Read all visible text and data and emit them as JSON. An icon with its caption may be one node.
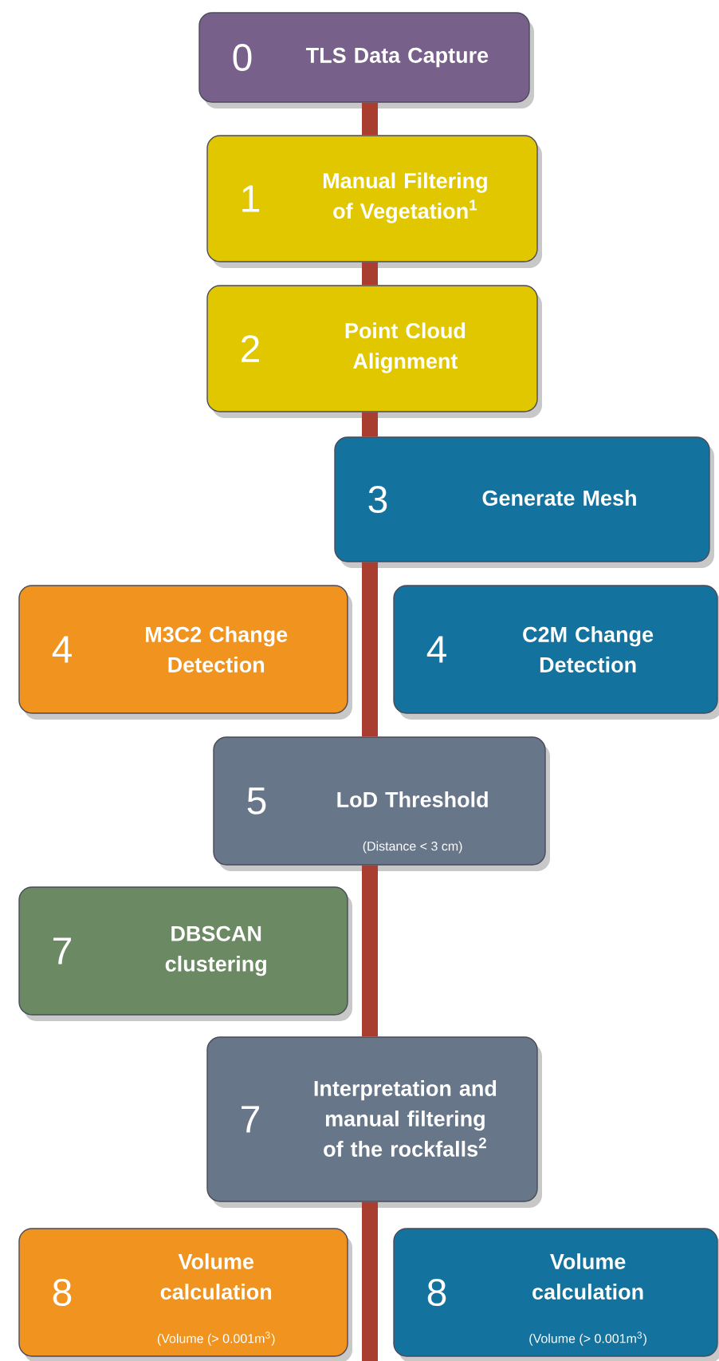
{
  "diagram": {
    "nodes": [
      {
        "text": [
          "0",
          "TLS Data Capture"
        ]
      },
      {
        "text": [
          "1",
          "Manual Filtering of Vegetation$^{1}$"
        ]
      },
      {
        "text": [
          "2",
          "Point Cloud Alignment"
        ]
      },
      {
        "text": [
          "3",
          "Generate Mesh"
        ]
      },
      {
        "text": [
          "4",
          "M3C2 Change Detection"
        ]
      },
      {
        "text": [
          "4",
          "C2M Change Detection"
        ]
      },
      {
        "text": [
          "5",
          "LoD Threshold",
          "(Distance < 3 cm)"
        ]
      },
      {
        "text": [
          "7",
          "DBSCAN clustering"
        ]
      },
      {
        "text": [
          "7",
          "Interpretation and manual filtering of the rockfalls$^{2}$"
        ]
      },
      {
        "text": [
          "8",
          "Volume calculation",
          "(Volume (> 0.001m$^{3}$)"
        ]
      },
      {
        "text": [
          "8",
          "Volume calculation",
          "(Volume (> 0.001m$^{3}$)"
        ]
      }
    ],
    "edges": [
      {
        "from": 0,
        "to": 1,
        "arrow": "none"
      },
      {
        "from": 1,
        "to": 2,
        "arrow": "none"
      },
      {
        "from": 2,
        "to": 3,
        "arrow": "none"
      },
      {
        "from": 3,
        "to": 6,
        "arrow": "none"
      },
      {
        "from": 6,
        "to": 8,
        "arrow": "none"
      },
      {
        "from": 8,
        "to": null,
        "arrow": "none"
      }
    ]
  }
}
